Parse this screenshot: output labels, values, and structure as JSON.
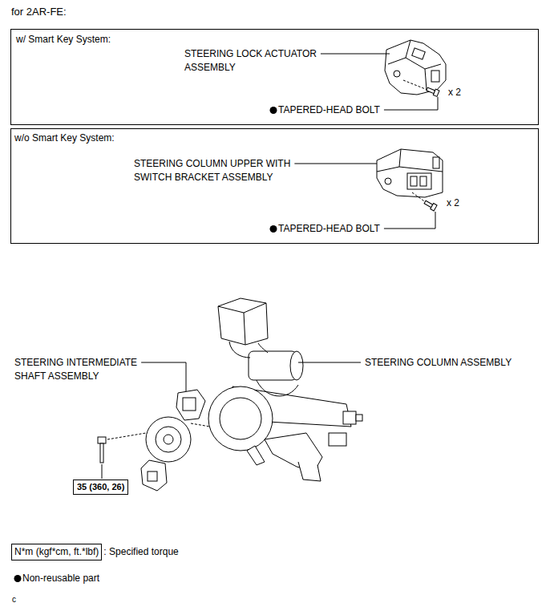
{
  "diagram": {
    "title": "for 2AR-FE:",
    "nodes": [
      {
        "text": [
          "w/ Smart Key System:",
          "STEERING LOCK ACTUATOR ASSEMBLY",
          "x 2",
          "TAPERED-HEAD BOLT"
        ]
      },
      {
        "text": [
          "w/o Smart Key System:",
          "STEERING COLUMN UPPER WITH SWITCH BRACKET ASSEMBLY",
          "x 2",
          "TAPERED-HEAD BOLT"
        ]
      },
      {
        "text": [
          "35 (360, 26)"
        ]
      },
      {
        "text": [
          "N*m (kgf*cm, ft.*lbf)"
        ]
      }
    ],
    "labels": [
      "STEERING INTERMEDIATE SHAFT ASSEMBLY",
      "STEERING COLUMN ASSEMBLY",
      "c"
    ],
    "legend": [
      {
        "text": ": Specified torque"
      },
      {
        "text": "Non-reusable part"
      }
    ]
  }
}
